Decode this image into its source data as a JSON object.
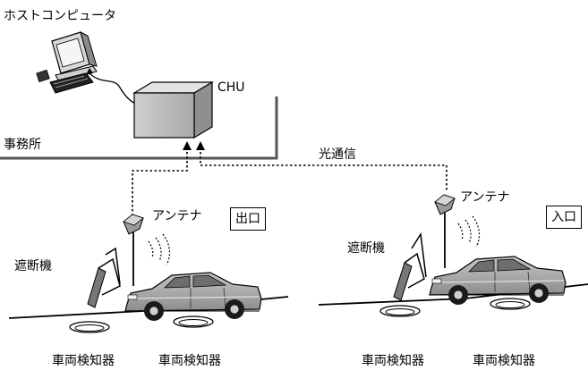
{
  "labels": {
    "host_computer": "ホストコンピュータ",
    "chu": "CHU",
    "office": "事務所",
    "optical_comm": "光通信",
    "antenna": "アンテナ",
    "exit": "出口",
    "entrance": "入口",
    "barrier_gate": "遮断機",
    "vehicle_detector": "車両検知器"
  }
}
